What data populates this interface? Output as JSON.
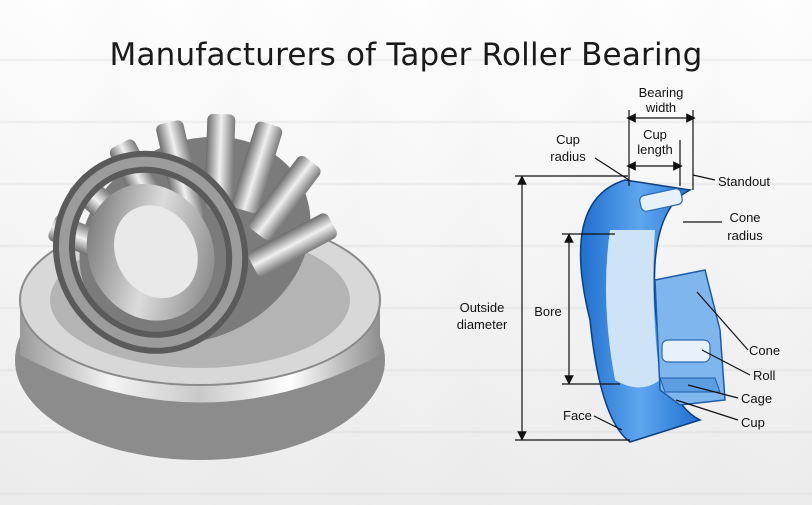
{
  "title": "Manufacturers of Taper Roller Bearing",
  "labels": {
    "bearing_width_1": "Bearing",
    "bearing_width_2": "width",
    "cup_length_1": "Cup",
    "cup_length_2": "length",
    "cup_radius_1": "Cup",
    "cup_radius_2": "radius",
    "standout": "Standout",
    "cone_radius_1": "Cone",
    "cone_radius_2": "radius",
    "outside_diameter_1": "Outside",
    "outside_diameter_2": "diameter",
    "bore": "Bore",
    "cone": "Cone",
    "roll": "Roll",
    "cage": "Cage",
    "cup": "Cup",
    "face": "Face"
  },
  "colors": {
    "cup_blue": "#2f7fd8",
    "light_blue": "#9cc6f2",
    "line": "#111111"
  }
}
